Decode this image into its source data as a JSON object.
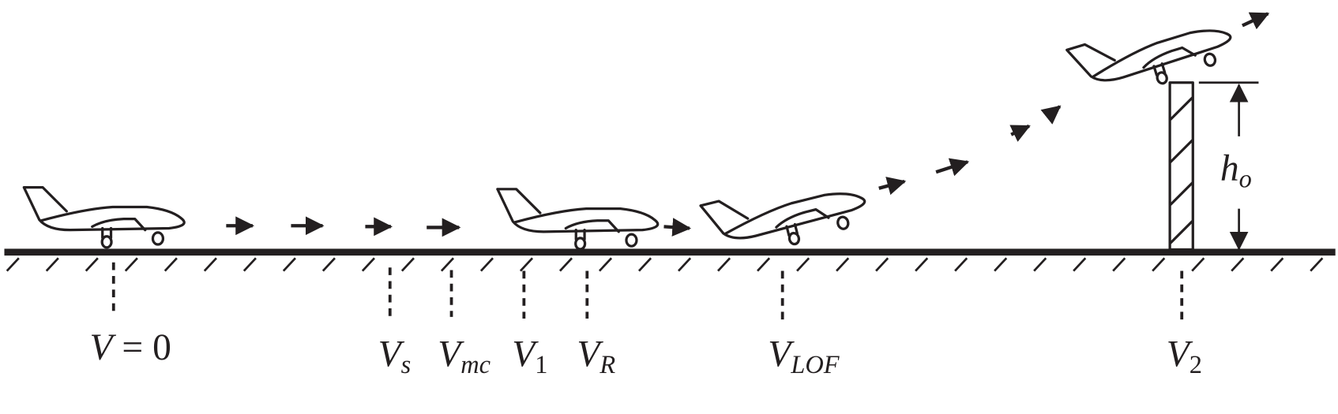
{
  "labels": {
    "v_zero": {
      "var": "V",
      "rest": " = 0"
    },
    "v_s": {
      "var": "V",
      "sub": "s"
    },
    "v_mc": {
      "var": "V",
      "sub": "mc"
    },
    "v_1": {
      "var": "V",
      "sub": "1"
    },
    "v_r": {
      "var": "V",
      "sub": "R"
    },
    "v_lof": {
      "var": "V",
      "sub": "LOF"
    },
    "v_2": {
      "var": "V",
      "sub": "2"
    },
    "h_o": {
      "var": "h",
      "sub": "o"
    }
  },
  "colors": {
    "ink": "#231f20",
    "background": "#ffffff"
  }
}
